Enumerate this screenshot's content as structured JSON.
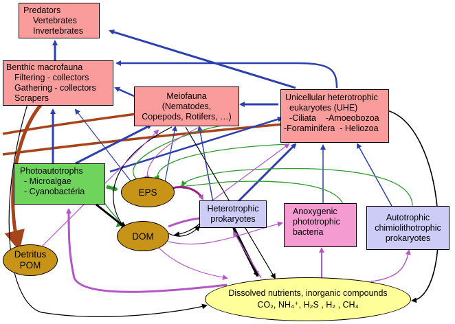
{
  "nodes": {
    "predators": [
      "Predators",
      "Vertebrates",
      "Invertebrates"
    ],
    "benthic": [
      "Benthic macrofauna",
      "Filtering - collectors",
      "Gathering - collectors",
      "Scrapers"
    ],
    "meiofauna": [
      "Meiofauna",
      "(Nematodes,",
      "Copepods, Rotifers, …)"
    ],
    "uhe": [
      "Unicellular heterotrophic",
      "eukaryotes (UHE)",
      "-Ciliata    -Amoeobozoa",
      "-Foraminifera  - Heliozoa"
    ],
    "photo": [
      "Photoautotrophs",
      "- Microalgae",
      "- Cyanobactéria"
    ],
    "eps": "EPS",
    "dom": "DOM",
    "hetero": [
      "Heterotrophic",
      "prokaryotes"
    ],
    "anoxy": [
      "Anoxygenic",
      "phototrophic",
      "bacteria"
    ],
    "auto": [
      "Autotrophic",
      "chimiolithotrophic",
      "prokaryotes"
    ],
    "detritus": [
      "Detritus",
      "POM"
    ],
    "dissolved": {
      "line1": "Dissolved nutrients, inorganic compounds",
      "line2": "CO₂, NH₄⁺, H₂S , H₂ , CH₄"
    }
  },
  "colors": {
    "blue": "#2b3fb0",
    "green": "#2e9a2e",
    "magenta": "#b455c8",
    "brown": "#a8441a",
    "black": "#000000",
    "pink_box": "#fa9c9c",
    "green_box": "#6fd45c",
    "lavender_box": "#ccccf6",
    "magenta_box": "#f49bd1",
    "ochre_ellipse": "#c89418",
    "yellow_ellipse": "#ffff9a"
  }
}
